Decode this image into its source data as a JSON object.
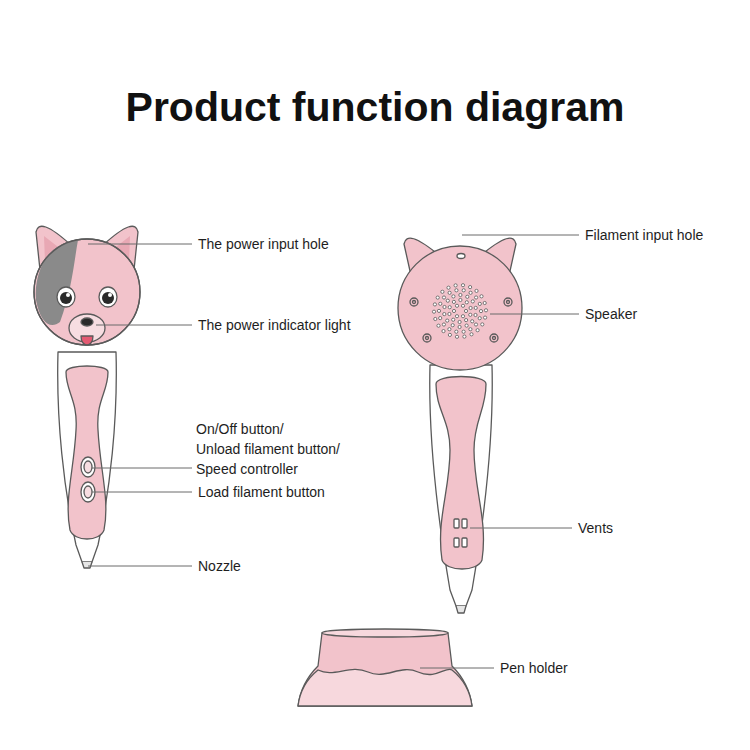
{
  "diagram": {
    "title": "Product function diagram",
    "labels": [
      "The power input hole",
      "The power indicator light",
      "On/Off button/ Unload filament button/ Speed controller",
      "Load filament button",
      "Nozzle",
      "Filament input hole",
      "Speaker",
      "Vents",
      "Pen holder"
    ]
  }
}
